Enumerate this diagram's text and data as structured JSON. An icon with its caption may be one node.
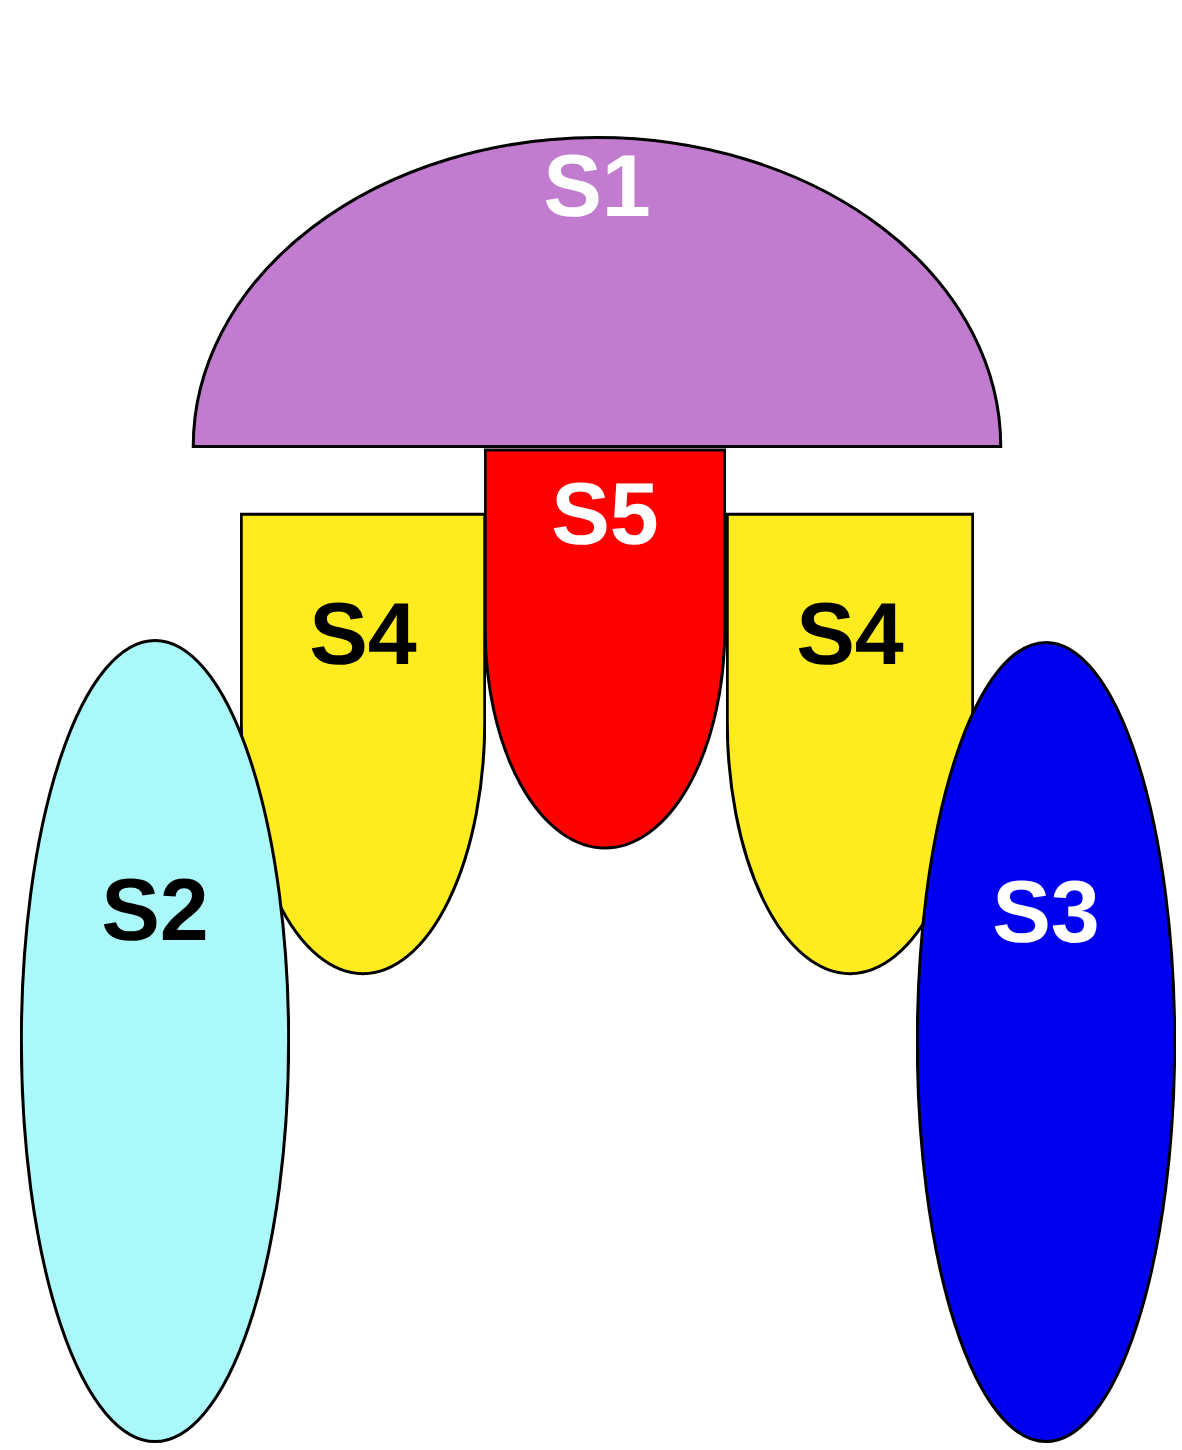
{
  "diagram": {
    "nodes": [
      {
        "text": [
          "S1"
        ]
      },
      {
        "text": [
          "S5"
        ]
      },
      {
        "text": [
          "S4"
        ]
      },
      {
        "text": [
          "S4"
        ]
      },
      {
        "text": [
          "S2"
        ]
      },
      {
        "text": [
          "S3"
        ]
      }
    ]
  }
}
